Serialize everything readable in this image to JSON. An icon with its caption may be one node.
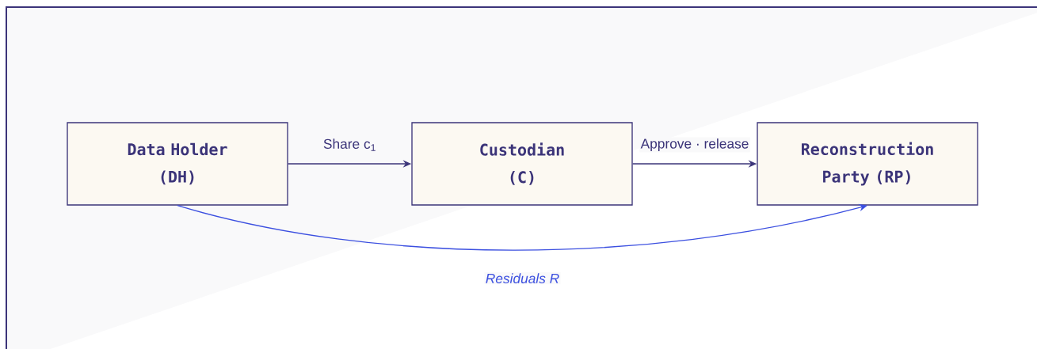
{
  "diagram": {
    "nodes": [
      {
        "text": [
          "Data Holder (DH)"
        ]
      },
      {
        "text": [
          "Custodian (C)"
        ]
      },
      {
        "text": [
          "Reconstruction Party (RP)"
        ]
      }
    ],
    "edges": [
      {
        "from": 0,
        "to": 1,
        "arrow": "to",
        "label": "Share c$_{1}$"
      },
      {
        "from": 1,
        "to": 2,
        "arrow": "to",
        "label": "Approve · release"
      },
      {
        "from": 0,
        "to": 2,
        "arrow": "to",
        "label": "Residuals R",
        "color": "#3b4fe0"
      }
    ]
  }
}
